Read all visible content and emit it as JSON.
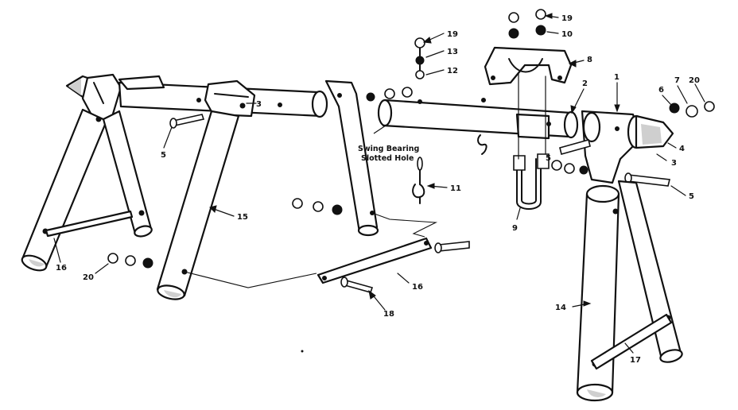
{
  "callouts": [
    {
      "id": "c1",
      "text": "1"
    },
    {
      "id": "c2",
      "text": "2"
    },
    {
      "id": "c3",
      "text": "3"
    },
    {
      "id": "c4",
      "text": "4"
    },
    {
      "id": "c5a",
      "text": "5"
    },
    {
      "id": "c5b",
      "text": "5"
    },
    {
      "id": "c5c",
      "text": "5"
    },
    {
      "id": "c6",
      "text": "6"
    },
    {
      "id": "c7",
      "text": "7"
    },
    {
      "id": "c8",
      "text": "8"
    },
    {
      "id": "c9",
      "text": "9"
    },
    {
      "id": "c10",
      "text": "10"
    },
    {
      "id": "c11",
      "text": "11"
    },
    {
      "id": "c12",
      "text": "12"
    },
    {
      "id": "c13",
      "text": "13"
    },
    {
      "id": "c14",
      "text": "14"
    },
    {
      "id": "c15",
      "text": "15"
    },
    {
      "id": "c16a",
      "text": "16"
    },
    {
      "id": "c16b",
      "text": "16"
    },
    {
      "id": "c17",
      "text": "17"
    },
    {
      "id": "c18",
      "text": "18"
    },
    {
      "id": "c19a",
      "text": "19"
    },
    {
      "id": "c19b",
      "text": "19"
    },
    {
      "id": "c20a",
      "text": "20"
    },
    {
      "id": "c20b",
      "text": "20"
    },
    {
      "id": "c3b",
      "text": "3"
    }
  ],
  "labels": {
    "swing_bearing_line1": "Swing Bearing",
    "swing_bearing_line2": "Slotted Hole"
  }
}
